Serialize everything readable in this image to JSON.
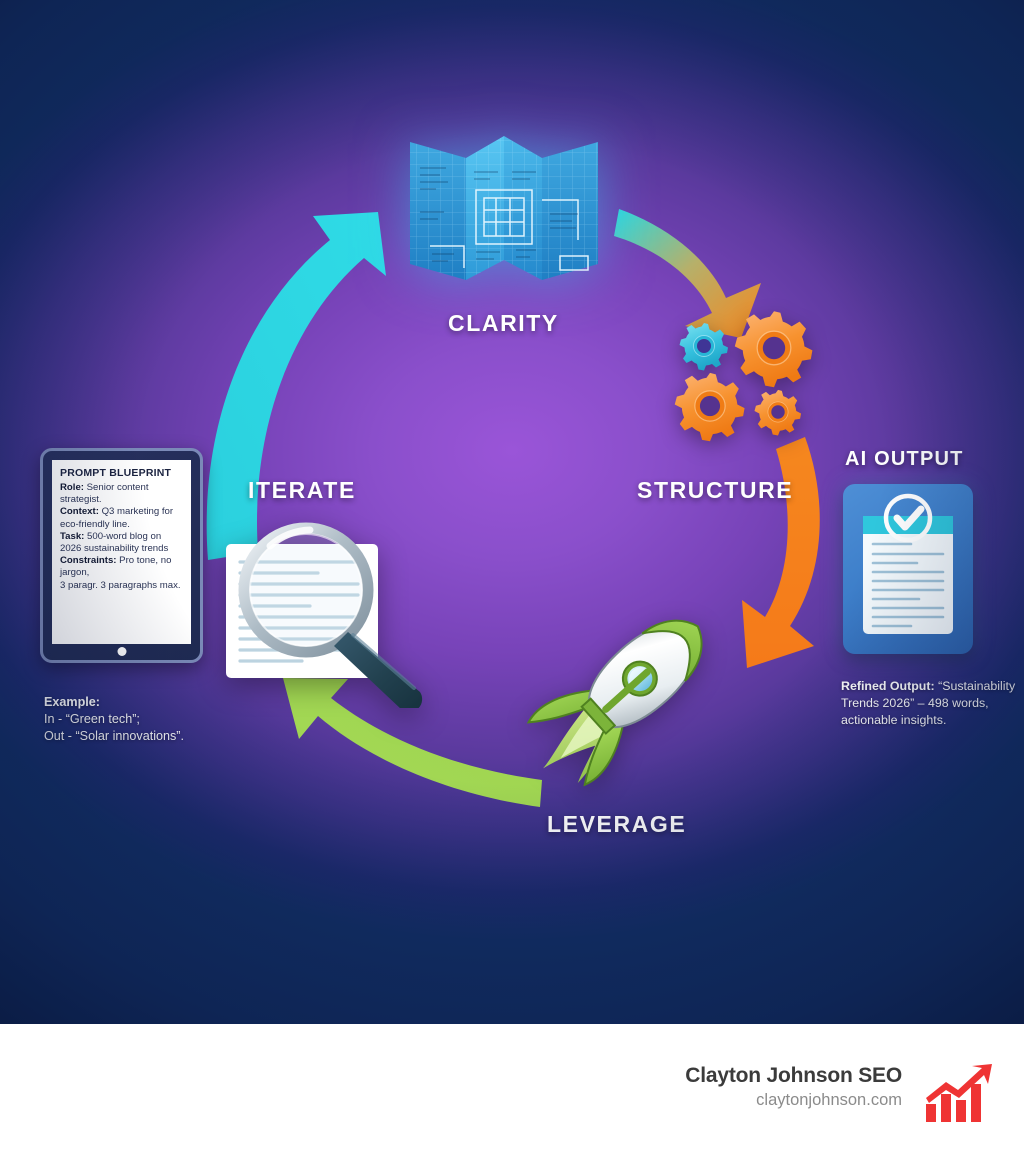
{
  "canvas": {
    "background_outer": "#123169",
    "background_center": "#8a4fcb"
  },
  "cycle": {
    "stages": [
      {
        "id": "clarity",
        "label": "CLARITY",
        "icon": "blueprint-icon",
        "accent": "#3ac6e8",
        "position": "top"
      },
      {
        "id": "structure",
        "label": "STRUCTURE",
        "icon": "gears-icon",
        "accent": "#f5871f",
        "position": "right"
      },
      {
        "id": "leverage",
        "label": "LEVERAGE",
        "icon": "rocket-icon",
        "accent": "#9ed44e",
        "position": "bottom"
      },
      {
        "id": "iterate",
        "label": "ITERATE",
        "icon": "magnifier-document-icon",
        "accent": "#2bd8e0",
        "position": "left"
      }
    ],
    "arrows": [
      {
        "id": "clarity-to-structure",
        "from": "clarity",
        "to": "structure",
        "color_start": "#2bd8e0",
        "color_end": "#f5871f"
      },
      {
        "id": "structure-to-leverage",
        "from": "structure",
        "to": "leverage",
        "color_start": "#f5871f",
        "color_end": "#f5871f"
      },
      {
        "id": "leverage-to-iterate",
        "from": "leverage",
        "to": "iterate",
        "color_start": "#9ed44e",
        "color_end": "#9ed44e"
      },
      {
        "id": "iterate-to-clarity",
        "from": "iterate",
        "to": "clarity",
        "color_start": "#2bd8e0",
        "color_end": "#2bd8e0"
      }
    ]
  },
  "tablet": {
    "title": "PROMPT BLUEPRINT",
    "lines": [
      {
        "key": "Role:",
        "value": " Senior content strategist."
      },
      {
        "key": "Context:",
        "value": " Q3 marketing for eco-friendly line."
      },
      {
        "key": "Task:",
        "value": " 500-word blog on 2026 sustainability trends"
      },
      {
        "key": "Constraints:",
        "value": " Pro tone, no jargon,"
      },
      {
        "key": "",
        "value": "3 paragr. 3 paragraphs max."
      }
    ]
  },
  "example_note": {
    "heading": "Example:",
    "line1": "In - “Green tech”;",
    "line2": "Out - “Solar innovations”."
  },
  "ai_output": {
    "title": "AI OUTPUT",
    "icon": "clipboard-check-icon",
    "caption_heading": "Refined Output:",
    "caption_body": "“Sustainability Trends 2026” – 498 words, actionable insights."
  },
  "footer": {
    "brand_name": "Clayton Johnson SEO",
    "brand_url": "claytonjohnson.com",
    "logo_icon": "growth-bar-chart-arrow-icon",
    "logo_color": "#ef3434"
  }
}
